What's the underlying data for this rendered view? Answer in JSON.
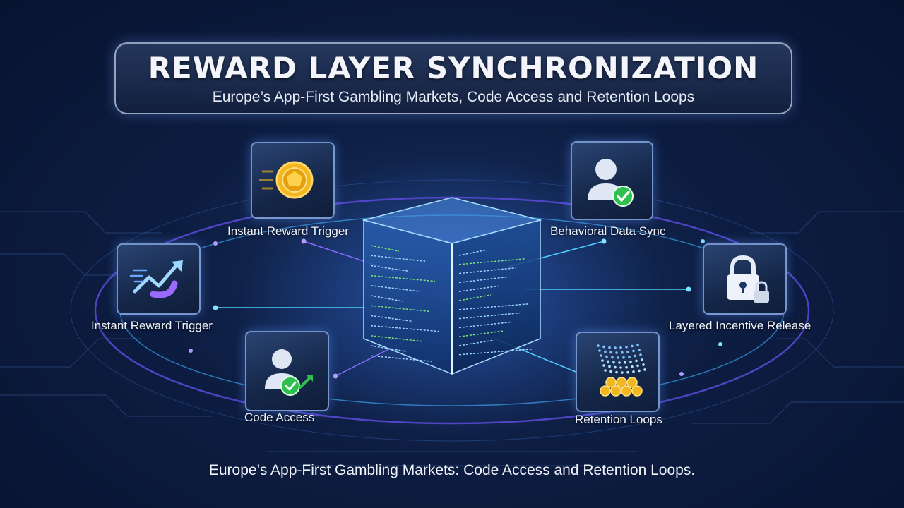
{
  "header": {
    "title": "REWARD LAYER SYNCHRONIZATION",
    "subtitle": "Europe’s App-First Gambling Markets, Code Access and Retention Loops"
  },
  "nodes": [
    {
      "label": "Instant Reward Trigger",
      "icon": "coin-icon"
    },
    {
      "label": "Behavioral Data Sync",
      "icon": "user-check-icon"
    },
    {
      "label": "Instant Reward Trigger",
      "icon": "trend-arrow-icon"
    },
    {
      "label": "Layered Incentive Release",
      "icon": "lock-icon"
    },
    {
      "label": "Code Access",
      "icon": "user-check-arrow-icon"
    },
    {
      "label": "Retention Loops",
      "icon": "coin-stack-icon"
    }
  ],
  "caption": "Europe’s App-First Gambling Markets: Code Access and Retention Loops.",
  "colors": {
    "accent_blue": "#4fd0ff",
    "accent_purple": "#9b6bff",
    "gold": "#f2b61e",
    "check_green": "#2fbf4f"
  }
}
